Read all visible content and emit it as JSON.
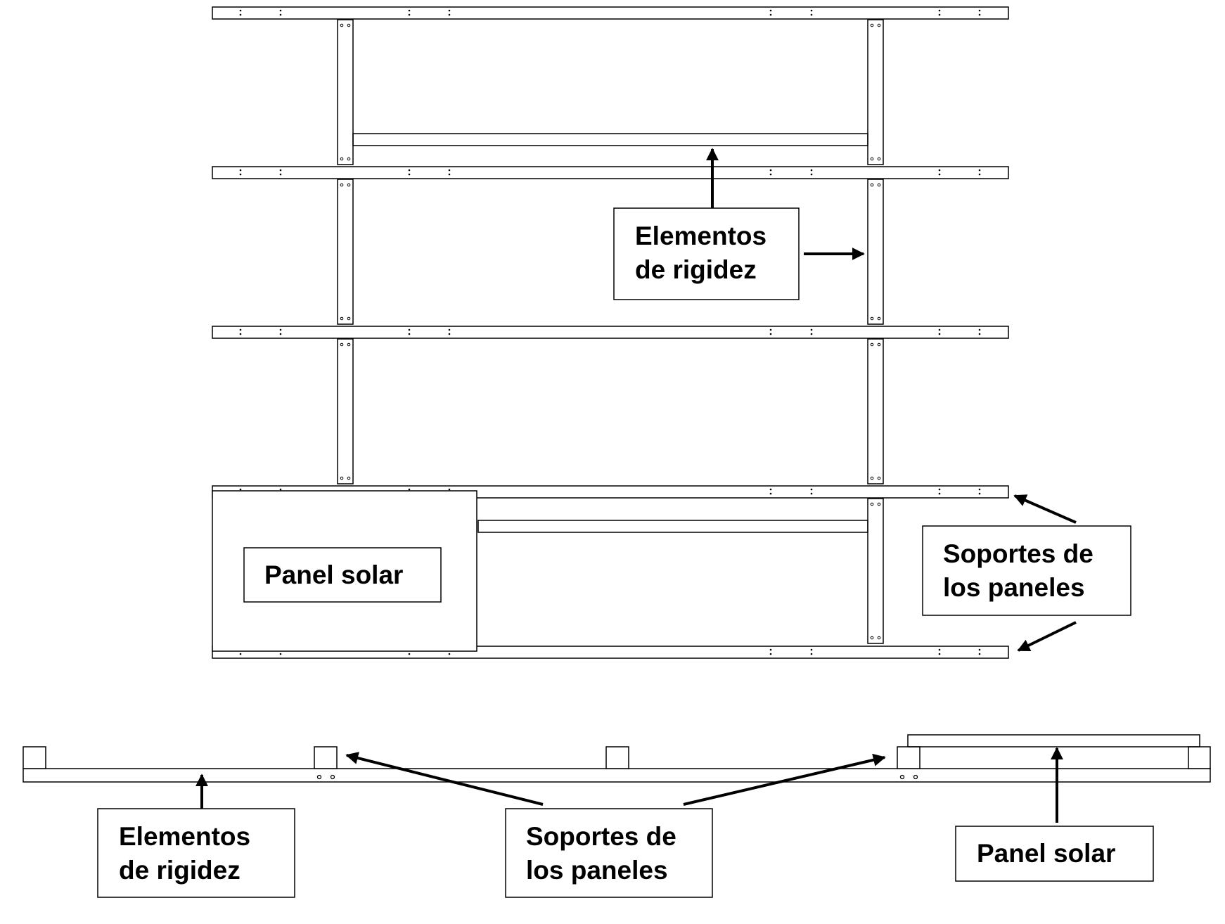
{
  "colors": {
    "line": "#000000",
    "background": "#ffffff"
  },
  "plan_view": {
    "label_rigidity": {
      "line1": "Elementos",
      "line2": "de rigidez"
    },
    "label_supports": {
      "line1": "Soportes de",
      "line2": "los paneles"
    },
    "label_panel": "Panel solar"
  },
  "side_view": {
    "label_rigidity": {
      "line1": "Elementos",
      "line2": "de rigidez"
    },
    "label_supports": {
      "line1": "Soportes de",
      "line2": "los paneles"
    },
    "label_panel": "Panel solar"
  }
}
